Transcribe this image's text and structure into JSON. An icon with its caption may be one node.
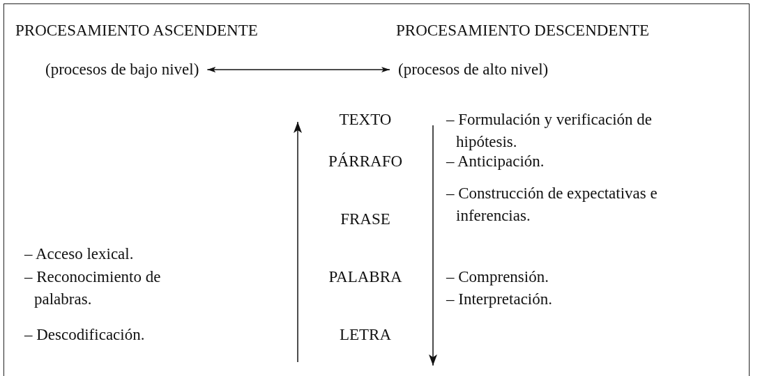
{
  "diagram": {
    "nodes": [
      {
        "text": [
          "(procesos de bajo nivel)"
        ]
      },
      {
        "text": [
          "(procesos de alto nivel)"
        ]
      }
    ],
    "edges": [
      {
        "from": 0,
        "to": 1,
        "arrow": "both"
      }
    ],
    "labels": [
      "PROCESAMIENTO ASCENDENTE",
      "PROCESAMIENTO DESCENDENTE",
      "TEXTO",
      "– Formulación y verificación de hipótesis.",
      "PÁRRAFO",
      "– Anticipación.",
      "– Construcción de expectativas e inferencias.",
      "FRASE",
      "– Acceso lexical.",
      "– Reconocimiento de palabras.",
      "PALABRA",
      "– Comprensión.",
      "– Interpretación.",
      "– Descodificación.",
      "LETRA"
    ]
  }
}
